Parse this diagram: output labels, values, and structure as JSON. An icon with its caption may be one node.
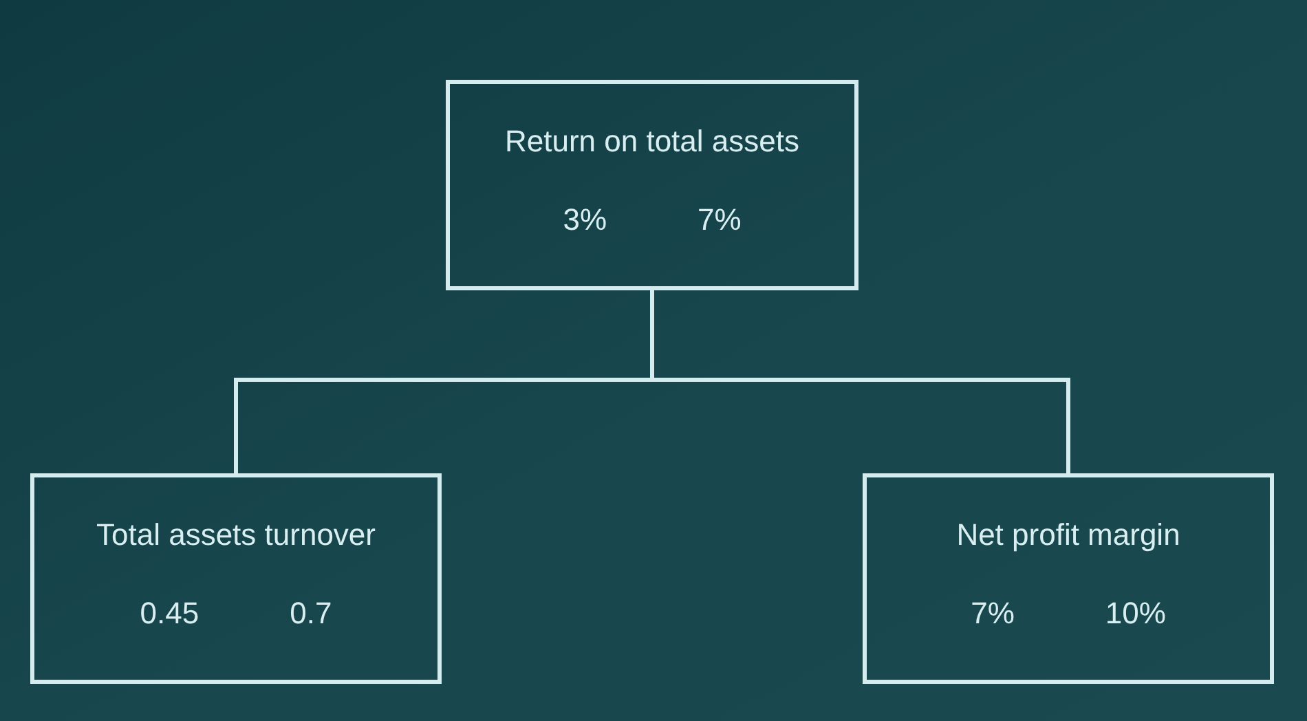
{
  "diagram": {
    "nodes": [
      {
        "text": [
          "Return on total assets",
          "3%",
          "7%"
        ]
      },
      {
        "text": [
          "Total assets turnover",
          "0.45",
          "0.7"
        ]
      },
      {
        "text": [
          "Net profit margin",
          "7%",
          "10%"
        ]
      }
    ],
    "edges": [
      {
        "from": 0,
        "to": 1,
        "arrow": "none"
      },
      {
        "from": 0,
        "to": 2,
        "arrow": "none"
      }
    ]
  }
}
